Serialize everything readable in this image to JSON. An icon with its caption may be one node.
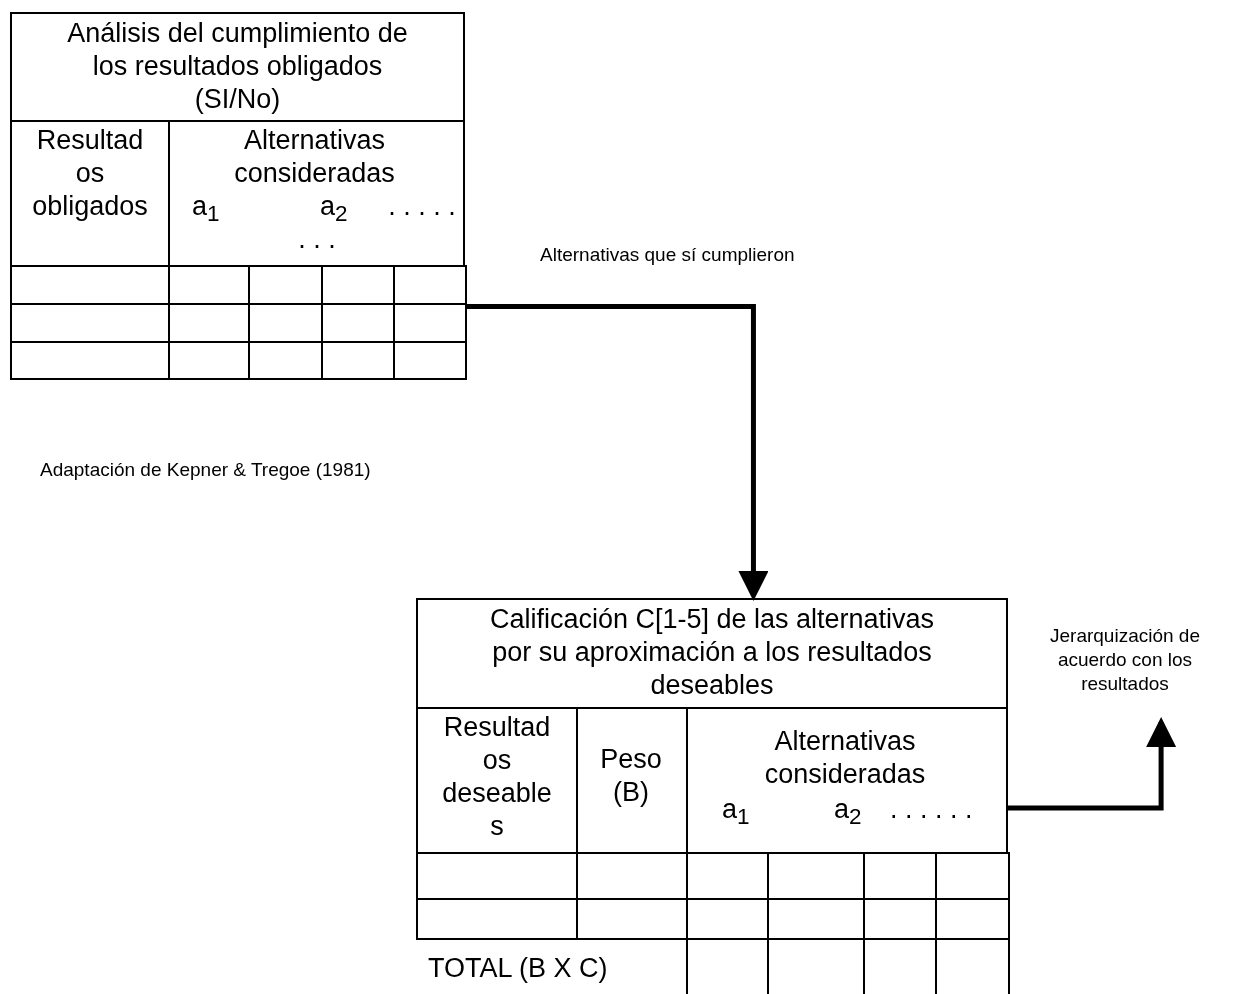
{
  "diagram": {
    "nodes": [
      {
        "text": [
          "Análisis del cumplimiento de los resultados obligados (SI/No)",
          "Resultad os obligados",
          "Alternativas consideradas",
          "a$_{1}$",
          "a$_{2}$",
          ". . . . . . . ."
        ]
      },
      {
        "text": [
          "Calificación C[1-5] de las alternativas por su aproximación a los resultados deseables",
          "Resultad os deseable s",
          "Peso (B)",
          "Alternativas consideradas",
          "a$_{1}$",
          "a$_{2}$",
          ". . . . . ."
        ]
      },
      {
        "text": [
          "Jerarquización de acuerdo con los resultados"
        ]
      },
      {
        "text": [
          "TOTAL (B X C)"
        ]
      }
    ],
    "edges": [
      {
        "from": 0,
        "to": 1,
        "arrow": "to",
        "label": "Alternativas que sí cumplieron"
      },
      {
        "from": 1,
        "to": 2,
        "arrow": "to"
      }
    ],
    "labels": [
      "Adaptación de Kepner & Tregoe (1981)"
    ]
  }
}
